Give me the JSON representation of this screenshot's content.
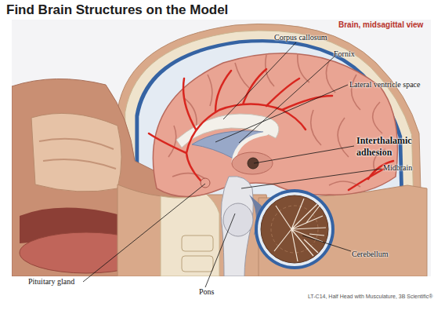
{
  "diagram": {
    "title": "Find Brain Structures on the Model",
    "labels": [
      "Brain, midsagittal view",
      "Corpus callosum",
      "Fornix",
      "Lateral ventricle space",
      "Interthalamic adhesion",
      "Midbrain",
      "Cerebellum",
      "Pituitary gland",
      "Pons",
      "LT-C14, Half Head with Musculature, 3B Scientific®"
    ]
  }
}
